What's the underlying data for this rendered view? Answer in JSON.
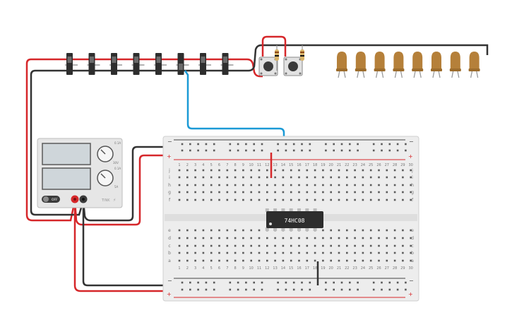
{
  "colors": {
    "wire_red": "#d6272a",
    "wire_black": "#333333",
    "wire_blue": "#1b9ad6",
    "breadboard": "#ededed",
    "breadboard_edge": "#cfcfcf",
    "rail_red": "#d6272a",
    "rail_blue": "#444444",
    "chip": "#2d2d2d",
    "led_body": "#b5803a",
    "supply_body": "#e6e6e6",
    "lcd": "#cfd6da"
  },
  "power_supply": {
    "off_label": "OFF",
    "knob1_top": "0.1A",
    "knob1_bottom": "30V",
    "knob2_top": "0.1A",
    "knob2_bottom": "5A",
    "brand": "TINK"
  },
  "chip": {
    "label": "74HC08"
  },
  "breadboard": {
    "rail_plus": "+",
    "rail_minus": "−",
    "rows_top": [
      "j",
      "i",
      "h",
      "g",
      "f"
    ],
    "rows_bottom": [
      "e",
      "d",
      "c",
      "b",
      "a"
    ],
    "columns": [
      "1",
      "2",
      "3",
      "4",
      "5",
      "6",
      "7",
      "8",
      "9",
      "10",
      "11",
      "12",
      "13",
      "14",
      "15",
      "16",
      "17",
      "18",
      "19",
      "20",
      "21",
      "22",
      "23",
      "24",
      "25",
      "26",
      "27",
      "28",
      "29",
      "30"
    ]
  },
  "components": {
    "switch_icon": "slide-switch-icon",
    "button_icon": "push-button-icon",
    "led_icon": "led-icon",
    "switch_count": 8,
    "button_count": 2,
    "led_count": 8
  }
}
